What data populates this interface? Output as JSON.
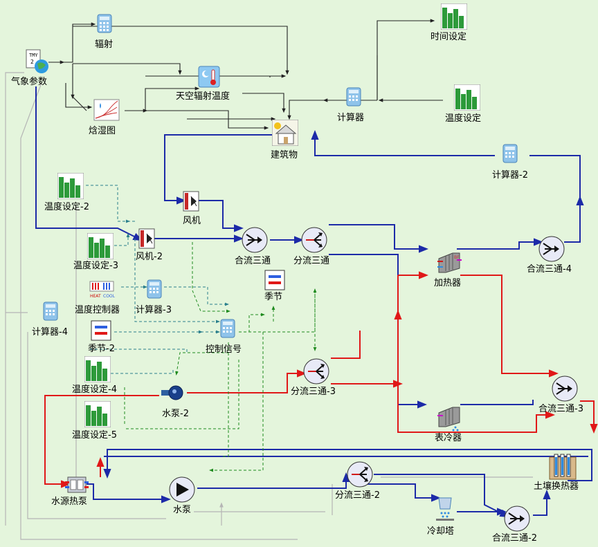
{
  "colors": {
    "background": "#e4f5dc",
    "supply_blue": "#1c2aa8",
    "hot_red": "#e01818",
    "signal_black": "#222222",
    "control_teal": "#2a7f8c",
    "control_green": "#1e8a1e",
    "inactive_gray": "#b5b5b5"
  },
  "labels": {
    "weather": "气象参数",
    "radiation": "辐射",
    "sky_temp": "天空辐射温度",
    "psychro": "焓湿图",
    "time_set": "时间设定",
    "calc": "计算器",
    "temp_set": "温度设定",
    "building": "建筑物",
    "calc2": "计算器-2",
    "temp_set2": "温度设定-2",
    "fan": "风机",
    "temp_set3": "温度设定-3",
    "fan2": "风机-2",
    "merge": "合流三通",
    "split": "分流三通",
    "heater": "加热器",
    "merge4": "合流三通-4",
    "temp_ctrl": "温度控制器",
    "calc3": "计算器-3",
    "season": "季节",
    "calc4": "计算器-4",
    "season2": "季节-2",
    "ctrl_signal": "控制信号",
    "split3": "分流三通-3",
    "merge3": "合流三通-3",
    "temp_set4": "温度设定-4",
    "pump2": "水泵-2",
    "cooler": "表冷器",
    "temp_set5": "温度设定-5",
    "soil_hx": "土壤换热器",
    "whp": "水源热泵",
    "pump": "水泵",
    "split2": "分流三通-2",
    "cooling_tower": "冷却塔",
    "merge2": "合流三通-2"
  },
  "icons": {
    "weather": "weather-data-icon",
    "calculator": "calculator-icon",
    "sky": "sky-temperature-icon",
    "psychro": "psychrometric-chart-icon",
    "schedule": "schedule-bars-icon",
    "building": "building-icon",
    "fan": "fan-icon",
    "merge": "merge-tee-icon",
    "split": "split-tee-icon",
    "heater": "heating-coil-icon",
    "cooler": "cooling-coil-icon",
    "controller": "heat-cool-controller-icon",
    "season": "season-switch-icon",
    "pump": "pump-icon",
    "heat_pump": "water-source-heat-pump-icon",
    "tower": "cooling-tower-icon",
    "soil": "ground-heat-exchanger-icon"
  }
}
